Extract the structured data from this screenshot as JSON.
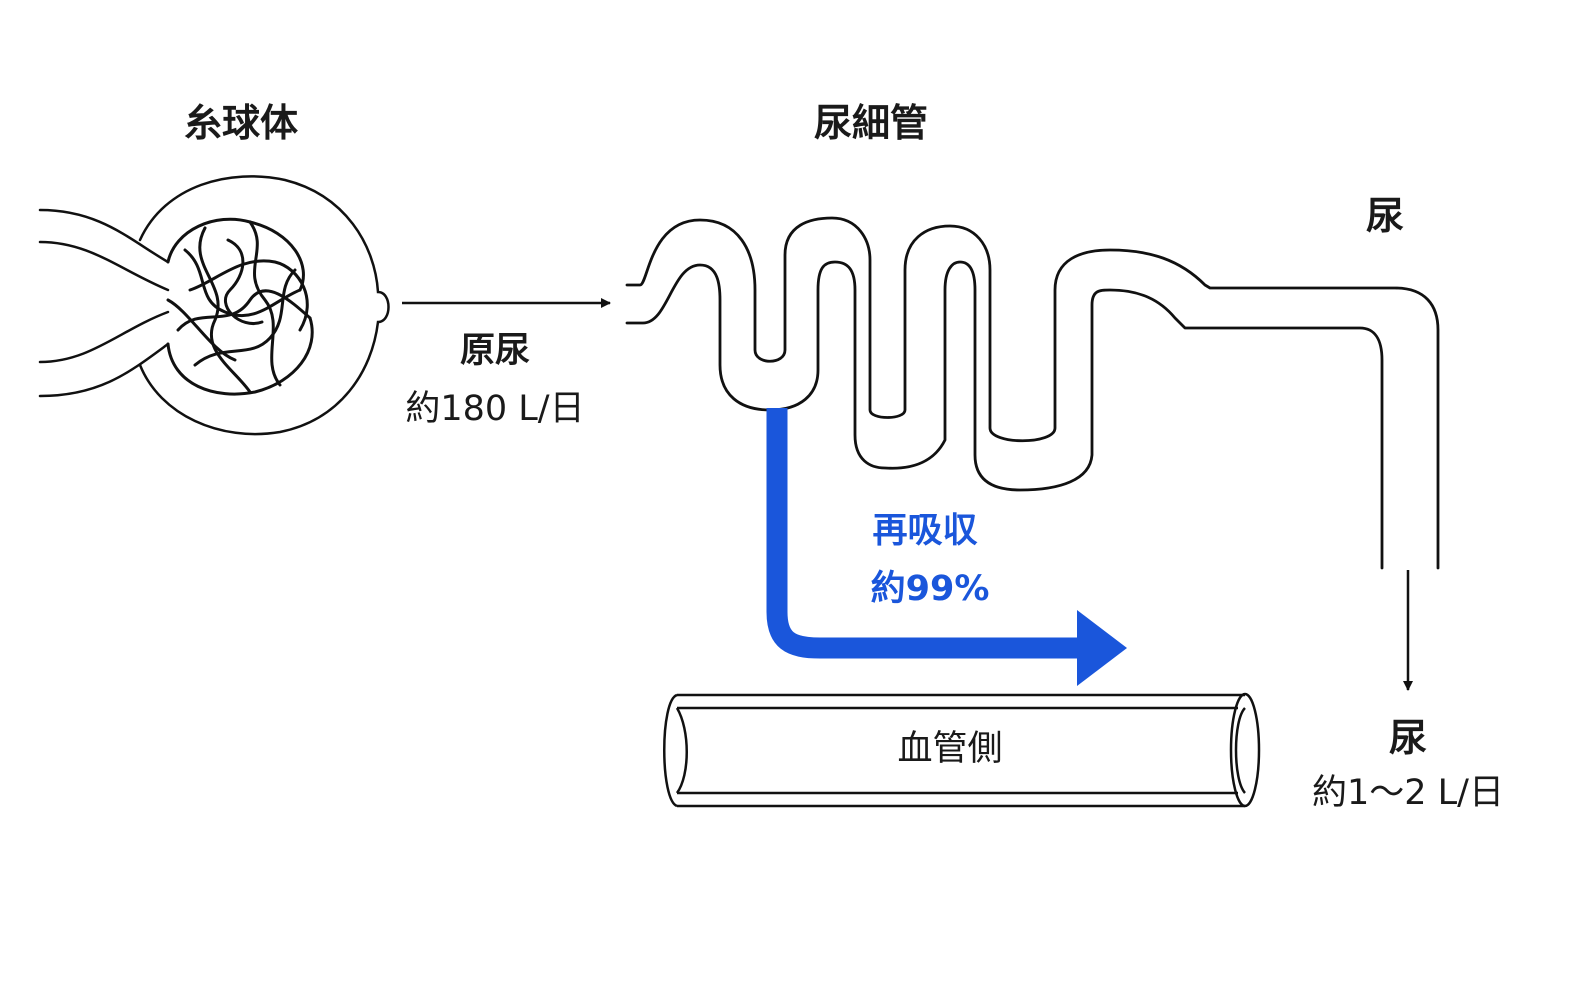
{
  "labels": {
    "glomerulus": "糸球体",
    "tubule": "尿細管",
    "urine_top": "尿",
    "primary_urine": "原尿",
    "primary_volume": "約180 L/日",
    "reabsorption": "再吸収",
    "reabsorption_rate": "約99%",
    "blood_vessel": "血管側",
    "urine_bottom": "尿",
    "urine_volume": "約1〜2 L/日"
  },
  "colors": {
    "line": "#111111",
    "reabsorption": "#1a56db"
  },
  "icons": {
    "glomerulus": "glomerulus-capillary-tuft",
    "tubule": "convoluted-tubule",
    "vessel": "blood-vessel-tube"
  }
}
